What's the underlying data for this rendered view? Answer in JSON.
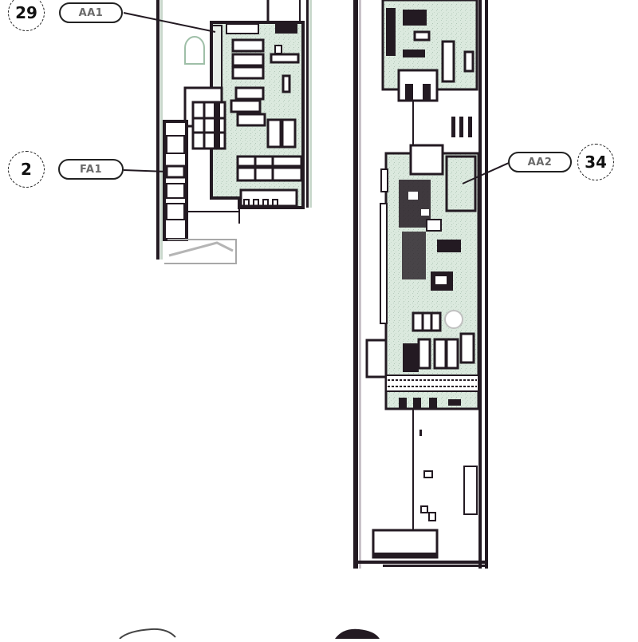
{
  "diagram": {
    "type": "electrical component layout",
    "colors": {
      "line": "#231a22",
      "board_fill": "#d9e8dc",
      "background": "#ffffff",
      "tag_text": "#6a6a6a"
    },
    "callouts": [
      {
        "number": "29",
        "tag": "AA1",
        "target": "left-card-board"
      },
      {
        "number": "2",
        "tag": "FA1",
        "target": "left-card-breaker-block"
      },
      {
        "number": "34",
        "tag": "AA2",
        "target": "right-card-board"
      }
    ]
  }
}
